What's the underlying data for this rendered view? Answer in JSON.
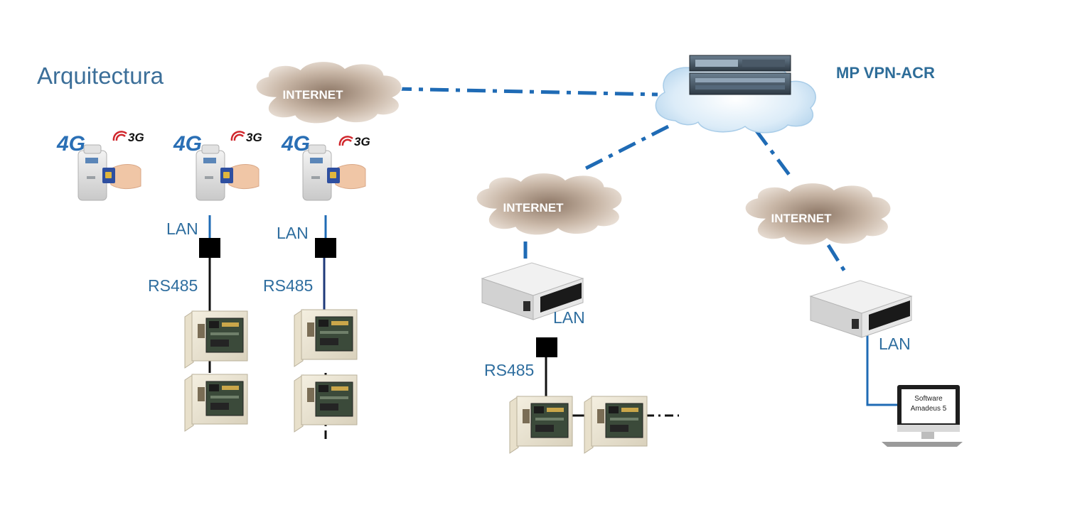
{
  "title": "Arquitectura",
  "server_label": "MP VPN-ACR",
  "internet_label": "INTERNET",
  "lan_label": "LAN",
  "rs485_label": "RS485",
  "tag_3g": "3G",
  "tag_4g": "4G",
  "software_line1": "Software",
  "software_line2": "Amadeus 5",
  "colors": {
    "link_blue": "#1f6bb5",
    "label_blue": "#2f6e9f",
    "cloud_brown": "#b8a594",
    "vpn_cloud": "#c9e2f3"
  },
  "icons": [
    "cloud-icon",
    "server-rack-icon",
    "router-icon",
    "gsm-modem-icon",
    "controller-panel-icon",
    "converter-box-icon",
    "computer-monitor-icon"
  ]
}
